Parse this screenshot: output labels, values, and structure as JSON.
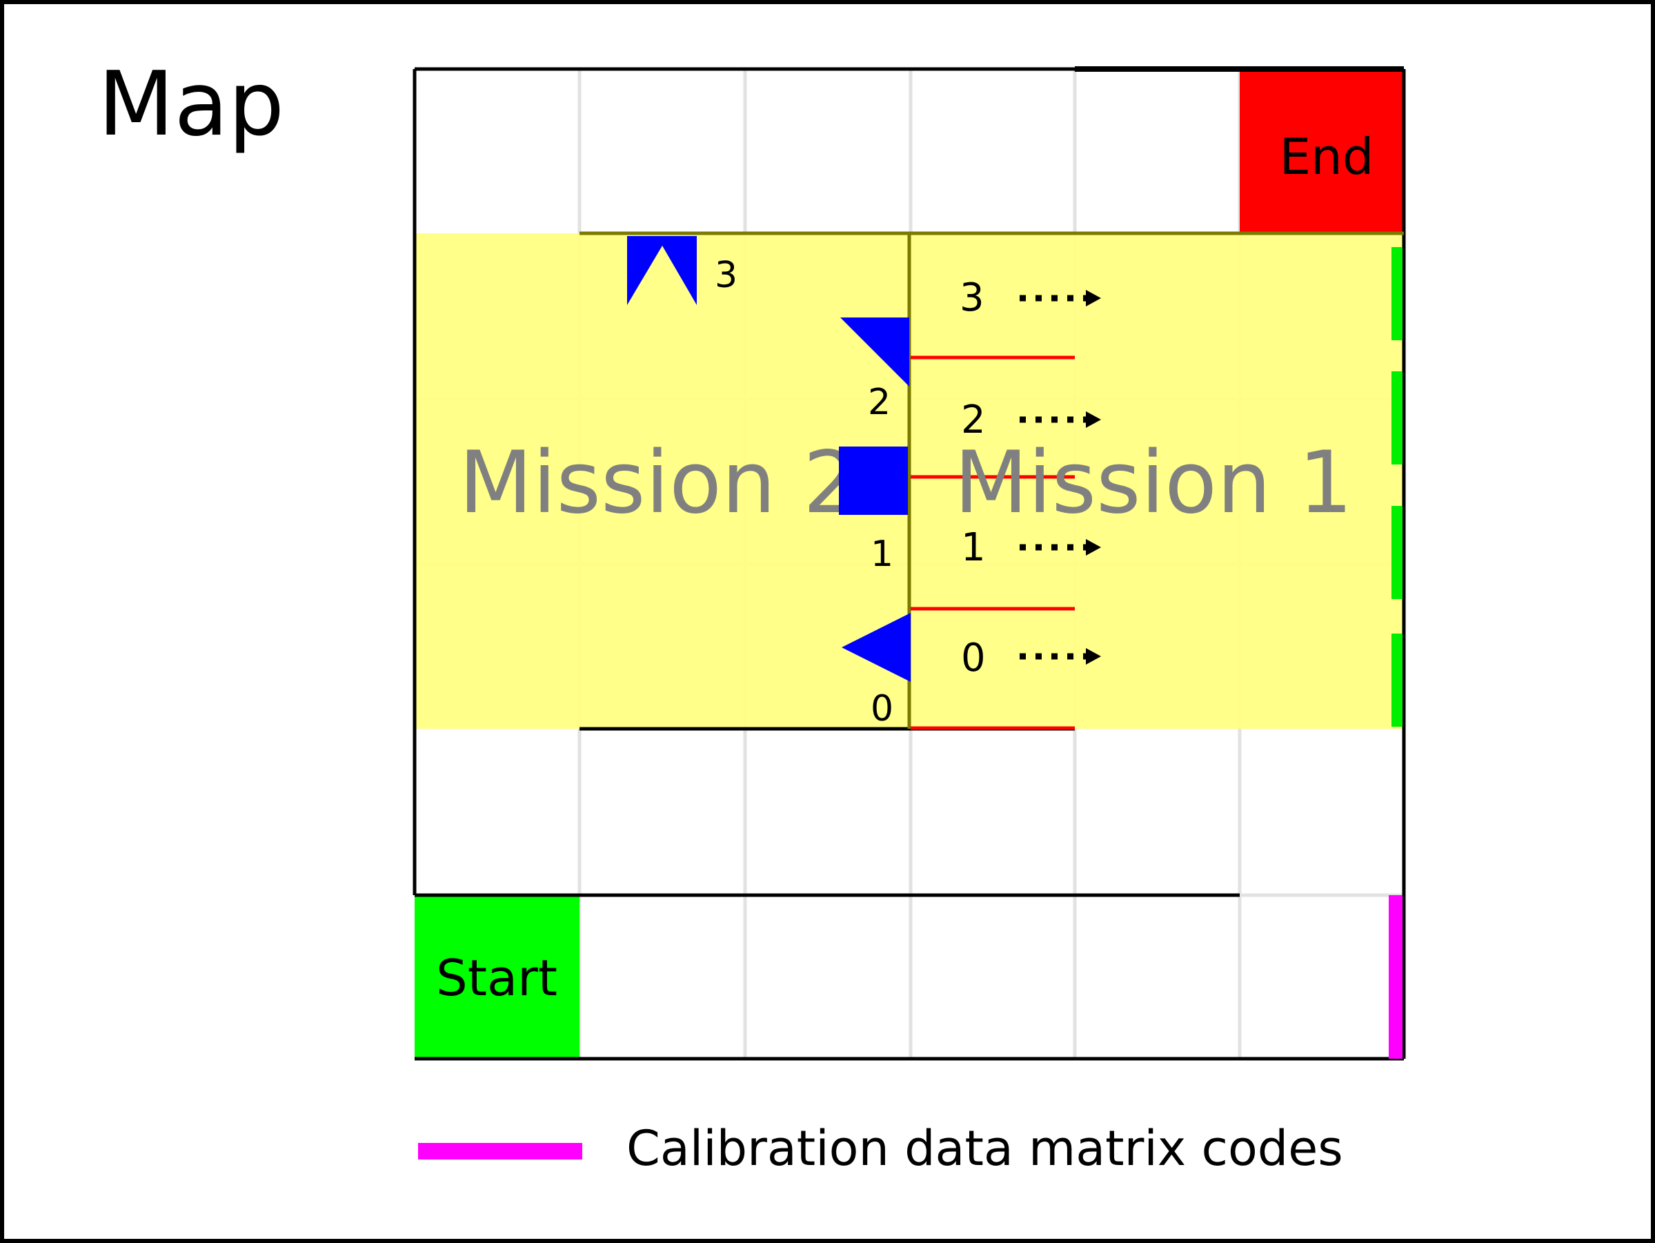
{
  "title": "Map",
  "start_label": "Start",
  "end_label": "End",
  "mission_2_label": "Mission 2",
  "mission_1_label": "Mission 1",
  "mission_2_markers": [
    "3",
    "2",
    "1",
    "0"
  ],
  "mission_1_lanes": [
    "3",
    "2",
    "1",
    "0"
  ],
  "legend_label": "Calibration data matrix codes",
  "colors": {
    "start": "#00ff00",
    "end": "#ff0000",
    "mission_zone": "#ffff80",
    "mission_text": "#808080",
    "marker": "#0000ff",
    "lane_line": "#ff0000",
    "green_marks": "#00ee00",
    "calibration": "#ff00ff",
    "grid": "#e0e0e0"
  }
}
